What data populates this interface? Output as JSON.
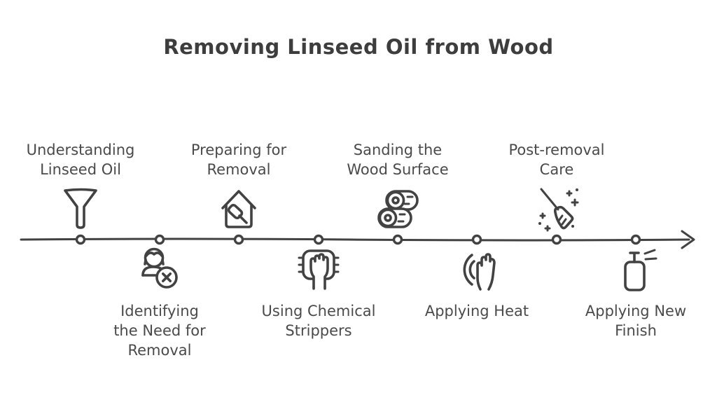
{
  "title": "Removing Linseed Oil from Wood",
  "colors": {
    "ink": "#424242",
    "text": "#4a4a4a",
    "title": "#3d3d3d",
    "background": "#ffffff"
  },
  "timeline": {
    "orientation": "horizontal",
    "arrow": "right",
    "dot_count": 8
  },
  "steps": [
    {
      "label": "Understanding Linseed Oil",
      "lines": [
        "Understanding",
        "Linseed Oil"
      ],
      "icon": "funnel-icon",
      "position": "above"
    },
    {
      "label": "Identifying the Need for Removal",
      "lines": [
        "Identifying",
        "the Need for",
        "Removal"
      ],
      "icon": "person-remove-icon",
      "position": "below"
    },
    {
      "label": "Preparing for Removal",
      "lines": [
        "Preparing for",
        "Removal"
      ],
      "icon": "house-hammer-icon",
      "position": "above"
    },
    {
      "label": "Using Chemical Strippers",
      "lines": [
        "Using Chemical",
        "Strippers"
      ],
      "icon": "sponge-hand-icon",
      "position": "below"
    },
    {
      "label": "Sanding the Wood Surface",
      "lines": [
        "Sanding the",
        "Wood Surface"
      ],
      "icon": "wood-logs-icon",
      "position": "above"
    },
    {
      "label": "Applying Heat",
      "lines": [
        "Applying Heat"
      ],
      "icon": "heat-hand-icon",
      "position": "below"
    },
    {
      "label": "Post-removal Care",
      "lines": [
        "Post-removal",
        "Care"
      ],
      "icon": "broom-sparkle-icon",
      "position": "above"
    },
    {
      "label": "Applying New Finish",
      "lines": [
        "Applying New",
        "Finish"
      ],
      "icon": "spray-bottle-icon",
      "position": "below"
    }
  ]
}
